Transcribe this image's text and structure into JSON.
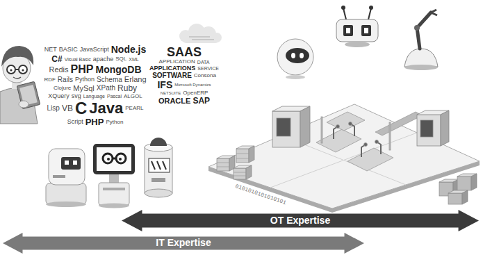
{
  "diagram": {
    "nodes": [
      {
        "text": [
          "OT Expertise"
        ]
      },
      {
        "text": [
          "IT Expertise"
        ]
      }
    ],
    "labels": [
      "NET",
      "BASIC",
      "JavaScript",
      "Node.js",
      "C#",
      "Visual Basic",
      "apache",
      "SQL",
      "XML",
      "Redis",
      "PHP",
      "MongoDB",
      "RDF",
      "Rails",
      "Python",
      "Schema",
      "Erlang",
      "Clojure",
      "MySql",
      "XPath",
      "Ruby",
      "XQuery",
      "svg",
      "Language",
      "Pascal",
      "ALGOL",
      "Lisp",
      "VB",
      "C",
      "Java",
      "PEARL",
      "Script",
      "PHP",
      "Python",
      "SAAS",
      "APPLICATION",
      "DATA",
      "APPLICATIONS",
      "SERVICE",
      "SOFTWARE",
      "Consona",
      "IFS",
      "Microsoft Dynamics",
      "NETSUITE",
      "OpenERP",
      "ORACLE",
      "SAP",
      "0101010101010101"
    ]
  }
}
